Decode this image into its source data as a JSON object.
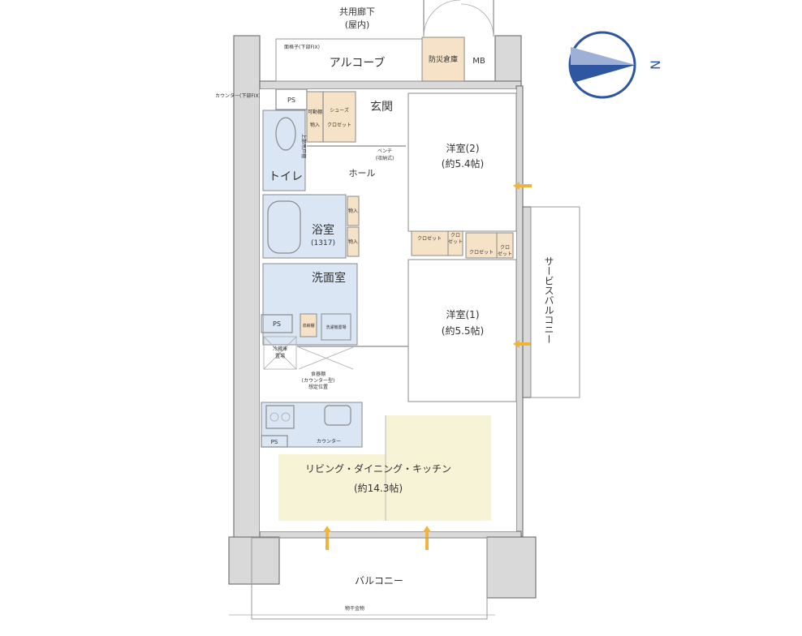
{
  "corridor": {
    "label": "共用廊下",
    "sub": "(屋内)"
  },
  "alcove": {
    "label": "アルコーブ",
    "note": "面格子(下部FIX)"
  },
  "storage_disaster": "防災倉庫",
  "mb": "MB",
  "counter_note": "カウンター(下部FIX)",
  "ps": "PS",
  "entrance": "玄関",
  "shoe_closet": {
    "line1": "シューズ",
    "line2": "クロゼット"
  },
  "shelf_note": {
    "line1": "可動棚",
    "line2": "物入"
  },
  "toilet": {
    "label": "トイレ",
    "note": "上部吊戸棚"
  },
  "bench": {
    "line1": "ベンチ",
    "line2": "(収納式)"
  },
  "hall": "ホール",
  "bedroom2": {
    "label": "洋室(2)",
    "size": "(約5.4帖)"
  },
  "bedroom1": {
    "label": "洋室(1)",
    "size": "(約5.5帖)"
  },
  "closet": "クロゼット",
  "closet_short": {
    "line1": "クロ",
    "line2": "ゼット"
  },
  "bath": {
    "label": "浴室",
    "size": "(1317)",
    "cabinet": "物入"
  },
  "washroom": {
    "label": "洗面室",
    "linen": "収納棚",
    "washer": "洗濯機置場"
  },
  "fridge": {
    "line1": "冷蔵庫",
    "line2": "置場"
  },
  "cupboard": {
    "line1": "食器棚",
    "line2": "(カウンター型)",
    "line3": "想定位置"
  },
  "kitchen_counter": "カウンター",
  "ldk": {
    "label": "リビング・ダイニング・キッチン",
    "size": "(約14.3帖)"
  },
  "service_balcony": "サービスバルコニー",
  "balcony": {
    "label": "バルコニー",
    "note": "物干金物"
  },
  "compass": {
    "label": "N",
    "icon": "north-arrow-icon",
    "color": "#2f56a0"
  },
  "colors": {
    "wet_area": "#dbe6f4",
    "storage": "#f6e3c7",
    "ldk": "#f7f3d6",
    "ventilation_arrow": "#f0b43c"
  }
}
